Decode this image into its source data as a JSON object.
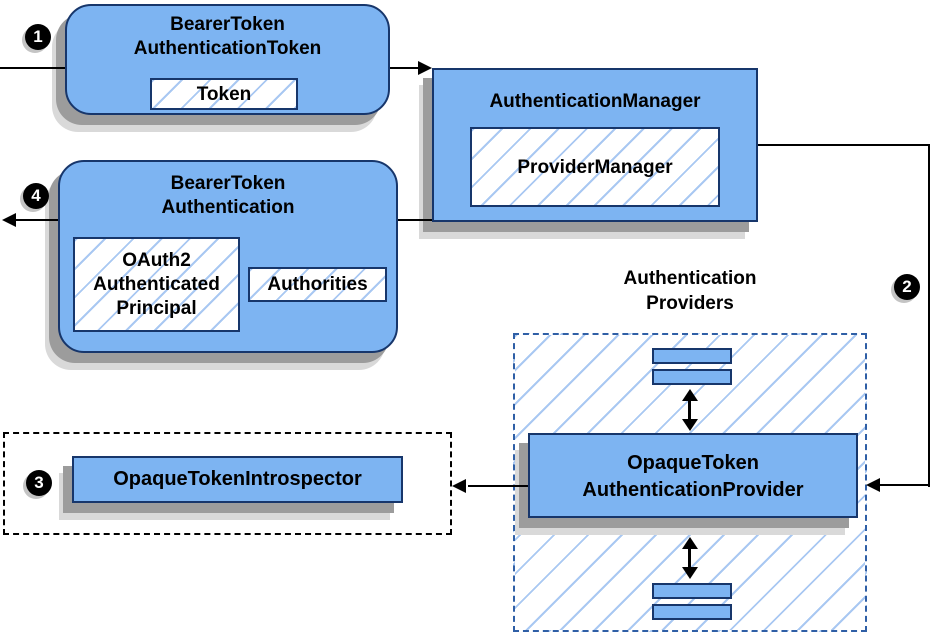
{
  "palette": {
    "box_fill": "#7db4f2",
    "box_border": "#17366b",
    "hatch_line": "#a9c8f2",
    "shadow_dark": "#9c9c9c",
    "shadow_light": "#d9d9d9",
    "dashed_blue": "#2f5fa6"
  },
  "nodes": {
    "bearer_token_authentication_token": {
      "title": "BearerToken\nAuthenticationToken",
      "token": "Token"
    },
    "authentication_manager": {
      "title": "AuthenticationManager",
      "provider_manager": "ProviderManager"
    },
    "bearer_token_authentication": {
      "title": "BearerToken\nAuthentication",
      "principal": "OAuth2\nAuthenticated\nPrincipal",
      "authorities": "Authorities"
    },
    "authentication_providers": {
      "label": "Authentication\nProviders"
    },
    "opaque_token_authentication_provider": {
      "title": "OpaqueToken\nAuthenticationProvider"
    },
    "opaque_token_introspector": {
      "title": "OpaqueTokenIntrospector"
    }
  },
  "steps": {
    "one": "1",
    "two": "2",
    "three": "3",
    "four": "4"
  }
}
